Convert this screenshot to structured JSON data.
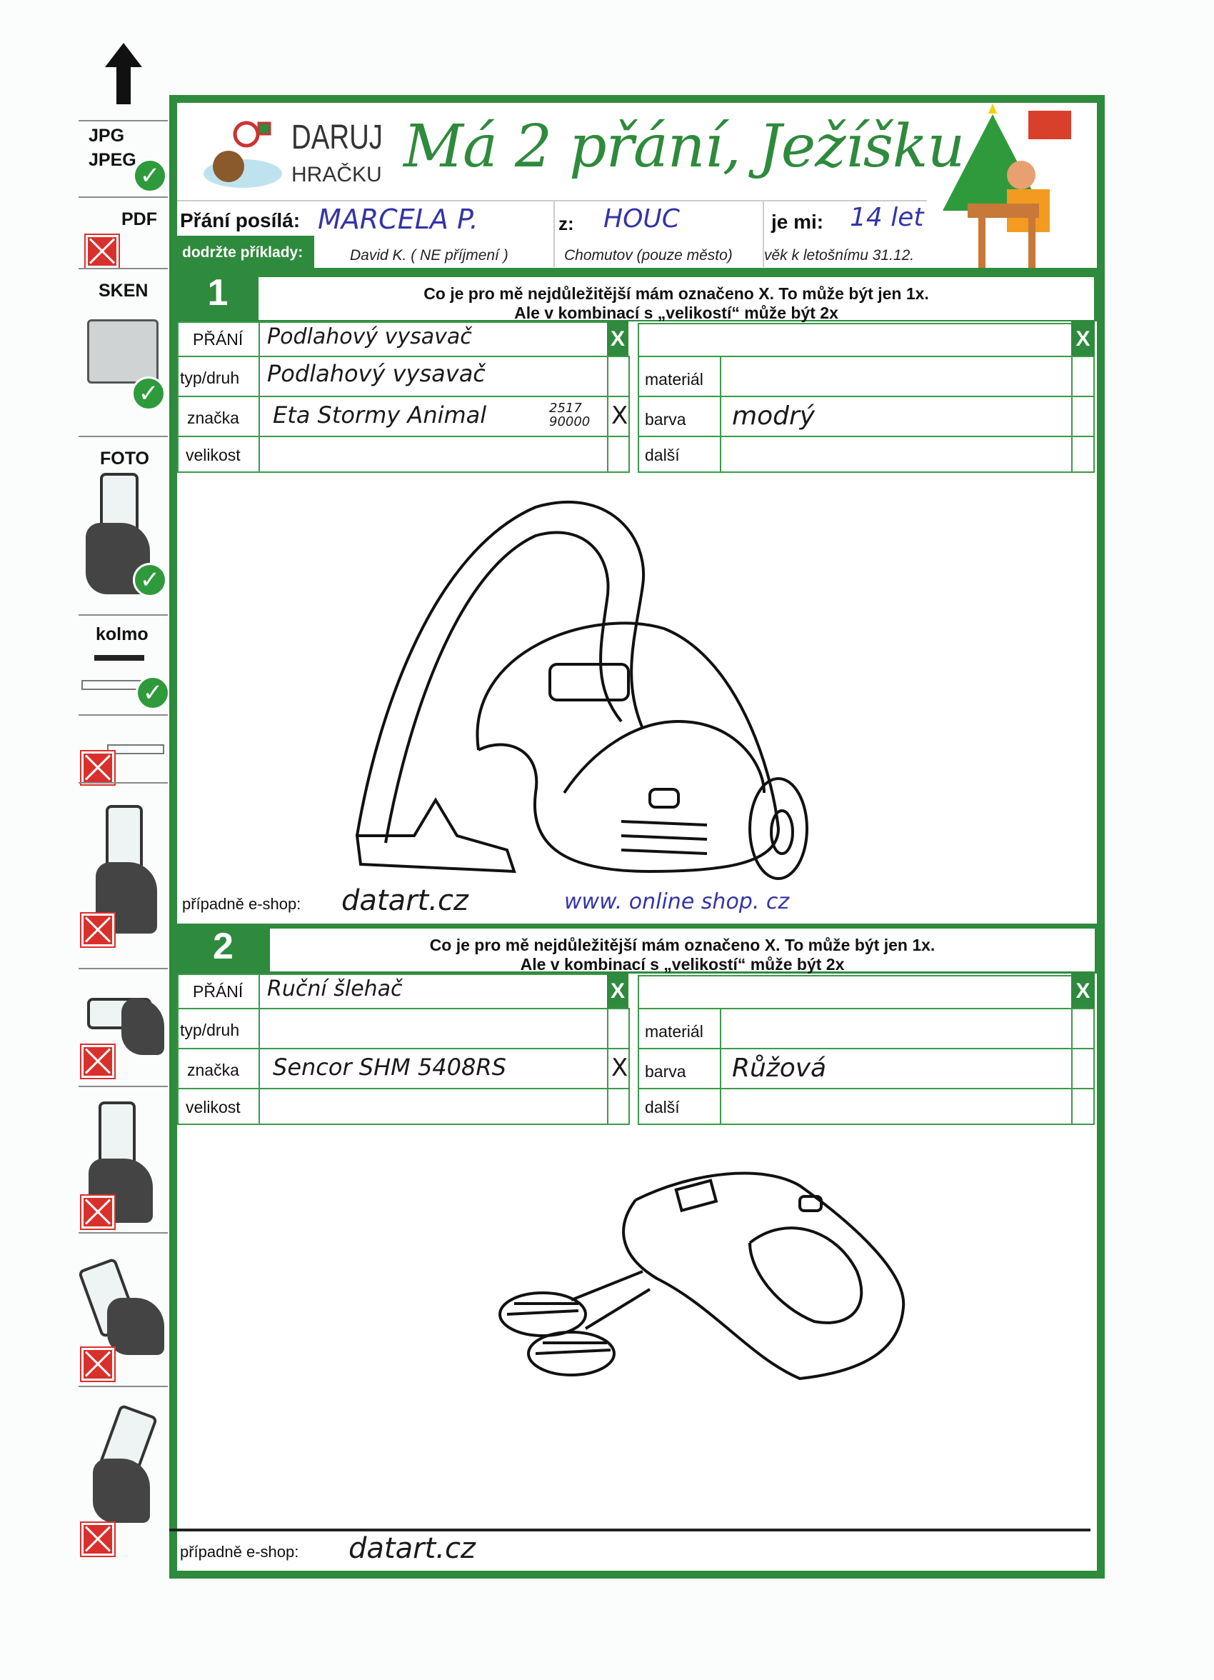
{
  "sidebar": {
    "items": [
      {
        "label": "JPG\nJPEG",
        "status": "ok"
      },
      {
        "label": "PDF",
        "status": "bad"
      },
      {
        "label": "SKEN",
        "status": "ok"
      },
      {
        "label": "FOTO",
        "status": "ok"
      },
      {
        "label": "kolmo",
        "status": "ok"
      },
      {
        "status": "bad"
      },
      {
        "status": "bad"
      },
      {
        "status": "bad"
      },
      {
        "status": "bad"
      },
      {
        "status": "bad"
      },
      {
        "status": "bad"
      }
    ],
    "jpg": "JPG",
    "jpeg": "JPEG",
    "pdf": "PDF",
    "sken": "SKEN",
    "foto": "FOTO",
    "kolmo": "kolmo"
  },
  "header": {
    "logo_top": "DARUJ",
    "logo_bottom": "HRAČKU",
    "title": "Má 2 přání, Ježíšku",
    "sender_label": "Přání posílá:",
    "sender_value": "MARCELA P.",
    "from_label": "z:",
    "from_value": "HOUC",
    "age_label": "je mi:",
    "age_value": "14 let",
    "examples_label": "dodržte příklady:",
    "examples": [
      "David K. ( NE příjmení )",
      "Chomutov  (pouze město)",
      "věk k letošnímu 31.12."
    ]
  },
  "colors": {
    "green": "#2e8a3c",
    "ink_blue": "#3434a8",
    "red": "#d9302c"
  },
  "sections": [
    {
      "number": "1",
      "instr1": "Co je pro mě nejdůležitější mám označeno X.  To může být jen 1x.",
      "instr2": "Ale v kombinací s „velikostí“ může být 2x",
      "labels": {
        "prani": "PŘÁNÍ",
        "typ": "typ/druh",
        "znacka": "značka",
        "velikost": "velikost",
        "material": "materiál",
        "barva": "barva",
        "dalsi": "další",
        "x": "X"
      },
      "prani": "Podlahový vysavač",
      "typ": "Podlahový vysavač",
      "znacka": "Eta Stormy Animal",
      "znacka_code": "2517 90000",
      "znacka_mark": "X",
      "barva": "modrý",
      "eshop_label": "případně e-shop:",
      "eshop_value": "datart.cz",
      "eshop_hint": "www. online shop. cz"
    },
    {
      "number": "2",
      "instr1": "Co je pro mě nejdůležitější mám označeno X.  To může být jen 1x.",
      "instr2": "Ale v kombinací s „velikostí“ může být 2x",
      "labels": {
        "prani": "PŘÁNÍ",
        "typ": "typ/druh",
        "znacka": "značka",
        "velikost": "velikost",
        "material": "materiál",
        "barva": "barva",
        "dalsi": "další",
        "x": "X"
      },
      "prani": "Ruční šlehač",
      "znacka": "Sencor SHM 5408RS",
      "znacka_mark": "X",
      "barva": "Růžová",
      "eshop_label": "případně e-shop:",
      "eshop_value": "datart.cz"
    }
  ]
}
